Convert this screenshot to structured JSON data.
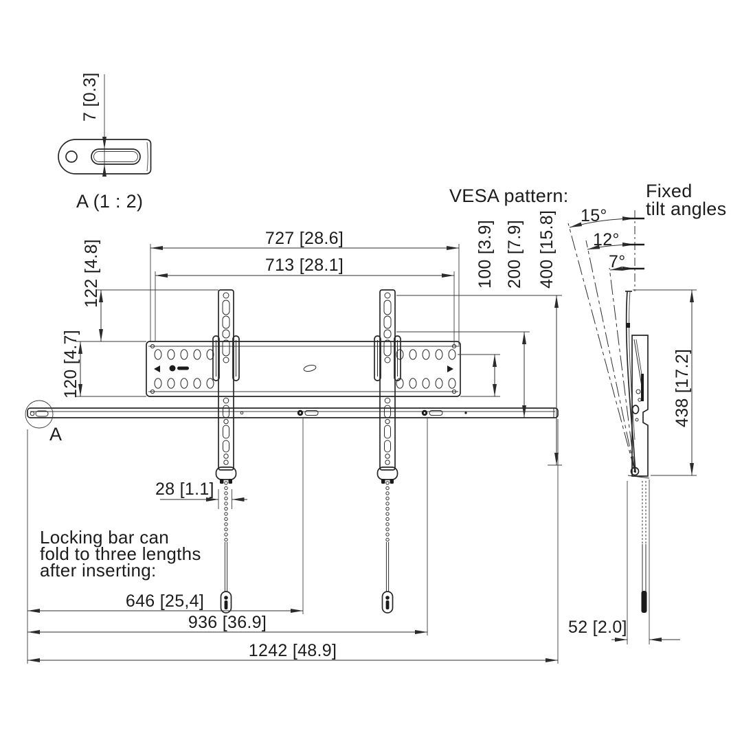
{
  "detail": {
    "label": "A (1 : 2)",
    "thickness": "7 [0.3]"
  },
  "notes": {
    "vesa": "VESA pattern:",
    "tilt_line1": "Fixed",
    "tilt_line2": "tilt angles",
    "lock_line1": "Locking bar can",
    "lock_line2": "fold to three lengths",
    "lock_line3": "after inserting:",
    "callout": "A"
  },
  "dims": {
    "outer_width": "727 [28.6]",
    "inner_width": "713 [28.1]",
    "rail_above_plate": "122 [4.8]",
    "plate_height": "120 [4.7]",
    "vesa_100": "100 [3.9]",
    "vesa_200": "200 [7.9]",
    "vesa_400": "400 [15.8]",
    "rail_width": "28 [1.1]",
    "bar_length_1": "646 [25,4]",
    "bar_length_2": "936 [36.9]",
    "bar_length_3": "1242 [48.9]",
    "side_height": "438 [17.2]",
    "side_depth": "52 [2.0]"
  },
  "angles": {
    "a15": "15°",
    "a12": "12°",
    "a7": "7°"
  },
  "colors": {
    "line": "#2b2b2b",
    "text": "#1c1c1c",
    "background": "#ffffff"
  }
}
